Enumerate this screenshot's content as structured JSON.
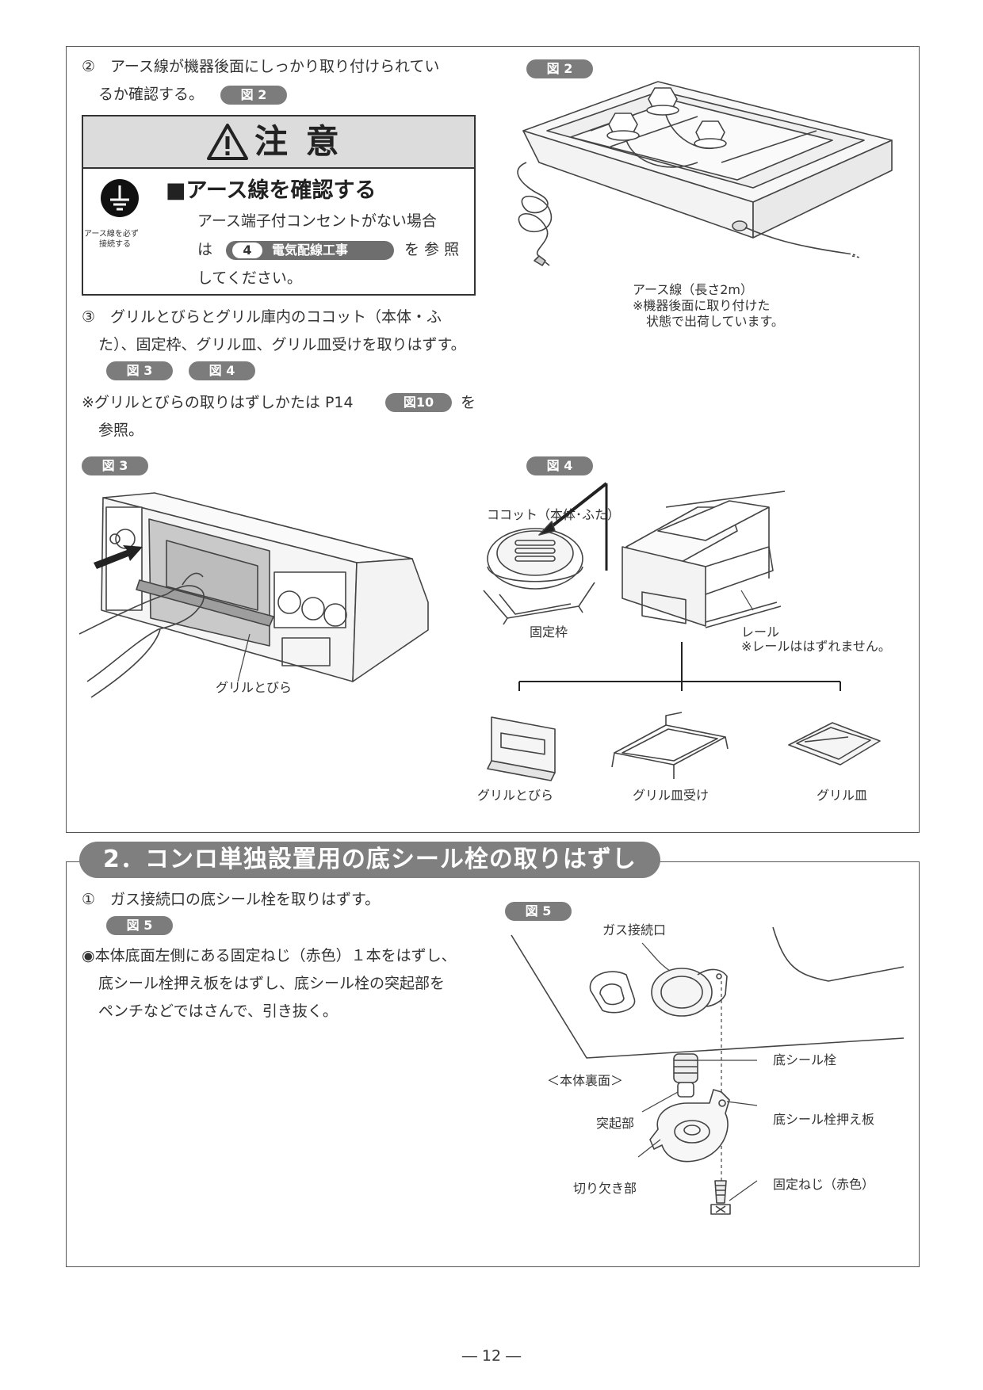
{
  "step2": {
    "line1": "②　アース線が機器後面にしっかり取り付けられてい",
    "line2": "るか確認する。",
    "ref": "図 2"
  },
  "caution": {
    "title": "注 意",
    "icon_caption_1": "アース線を必ず",
    "icon_caption_2": "接続する",
    "heading": "■アース線を確認する",
    "body_1": "アース端子付コンセントがない場合",
    "body_2_pre": "は",
    "chapter_num": "4",
    "chapter_name": "電気配線工事",
    "body_2_post": "を 参 照",
    "body_3": "してください。"
  },
  "step3": {
    "line1": "③　グリルとびらとグリル庫内のココット（本体・ふ",
    "line2": "た）、固定枠、グリル皿、グリル皿受けを取りはずす。",
    "ref_a": "図 3",
    "ref_b": "図 4",
    "note_pre": "※グリルとびらの取りはずしかたは P14",
    "note_ref": "図10",
    "note_post": "を",
    "note_line2": "参照。"
  },
  "fig2": {
    "tag": "図 2",
    "label_1": "アース線（長さ2m）",
    "label_2": "※機器後面に取り付けた",
    "label_3": "状態で出荷しています。"
  },
  "fig3": {
    "tag": "図 3",
    "label": "グリルとびら"
  },
  "fig4": {
    "tag": "図 4",
    "cocotte": "ココット（本体･ふた）",
    "frame": "固定枠",
    "rail": "レール",
    "rail_note": "※レールははずれません。",
    "part_door": "グリルとびら",
    "part_tray_holder": "グリル皿受け",
    "part_tray": "グリル皿"
  },
  "section2": {
    "title": "2．コンロ単独設置用の底シール栓の取りはずし",
    "step1": "①　ガス接続口の底シール栓を取りはずす。",
    "ref": "図 5",
    "bullet_1": "◉本体底面左側にある固定ねじ（赤色）１本をはずし、",
    "bullet_2": "底シール栓押え板をはずし、底シール栓の突起部を",
    "bullet_3": "ペンチなどではさんで、引き抜く。"
  },
  "fig5": {
    "tag": "図 5",
    "gas_inlet": "ガス接続口",
    "underside": "＜本体裏面＞",
    "plug": "底シール栓",
    "protrusion": "突起部",
    "plate": "底シール栓押え板",
    "notch": "切り欠き部",
    "screw": "固定ねじ（赤色）"
  },
  "footer": {
    "page": "― 12 ―"
  }
}
